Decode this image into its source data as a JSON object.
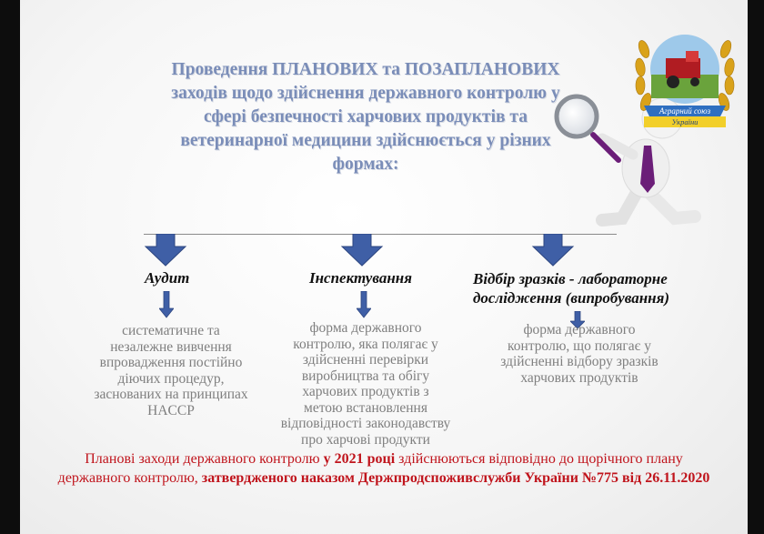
{
  "title": "Проведення ПЛАНОВИХ та ПОЗАПЛАНОВИХ заходів щодо здійснення державного контролю у сфері безпечності харчових продуктів та ветеринарної медицини здійснюється у різних формах:",
  "logo": {
    "line1": "Аграрний союз",
    "line2": "України"
  },
  "columns": [
    {
      "title": "Аудит",
      "desc_lines": [
        "систематичне та",
        "незалежне вивчення",
        "впровадження постійно",
        "діючих процедур,",
        "заснованих на принципах",
        "HACCP"
      ]
    },
    {
      "title": "Інспектування",
      "desc_lines": [
        "форма державного",
        "контролю, яка полягає у",
        "здійсненні перевірки",
        "виробництва та обігу",
        "харчових продуктів з",
        "метою встановлення",
        "відповідності законодавству",
        "про харчові продукти"
      ]
    },
    {
      "title_lines": [
        "Відбір зразків - лабораторне",
        "дослідження (випробування)"
      ],
      "desc_lines": [
        "форма державного",
        "контролю, що полягає у",
        "здійсненні відбору зразків",
        "харчових продуктів"
      ]
    }
  ],
  "bottom": {
    "p1": "Планові заходи державного контролю ",
    "p2": "у 2021 році",
    "p3": " здійснюються відповідно до щорічного плану державного контролю, ",
    "p4": "затвердженого наказом Держпродспоживслужби України №775 від 26.11.2020"
  },
  "colors": {
    "title": "#7a8db8",
    "arrow": "#3f5fa6",
    "accent_red": "#c0141c"
  }
}
